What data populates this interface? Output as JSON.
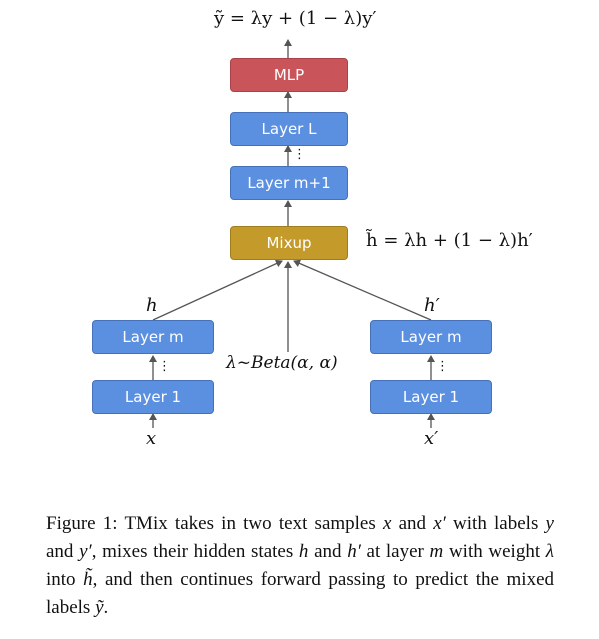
{
  "diagram": {
    "nodes": {
      "mlp": "MLP",
      "layer_l": "Layer L",
      "layer_m1": "Layer m+1",
      "mixup": "Mixup",
      "layer_m_left": "Layer m",
      "layer_1_left": "Layer 1",
      "layer_m_right": "Layer m",
      "layer_1_right": "Layer 1"
    },
    "labels": {
      "output_eq": "ỹ = λy + (1 − λ)y′",
      "mix_eq": "h̃ = λh + (1 − λ)h′",
      "lambda_dist": "λ~Beta(α, α)",
      "h_left": "h",
      "h_right": "h′",
      "x_left": "x",
      "x_right": "x′",
      "ellipsis": "⋮"
    },
    "colors": {
      "layer": "#5b8fe0",
      "mlp": "#c9555a",
      "mixup": "#c49a2a",
      "arrow": "#555555"
    }
  },
  "caption": {
    "label": "Figure 1:",
    "parts": [
      "TMix takes in two text samples ",
      "x",
      " and ",
      "x′",
      " with labels ",
      "y",
      " and ",
      "y′",
      ", mixes their hidden states ",
      "h",
      " and ",
      "h′",
      " at layer ",
      "m",
      " with weight ",
      "λ",
      " into ",
      "h̃",
      ", and then continues forward passing to predict the mixed labels ",
      "ỹ",
      "."
    ]
  }
}
